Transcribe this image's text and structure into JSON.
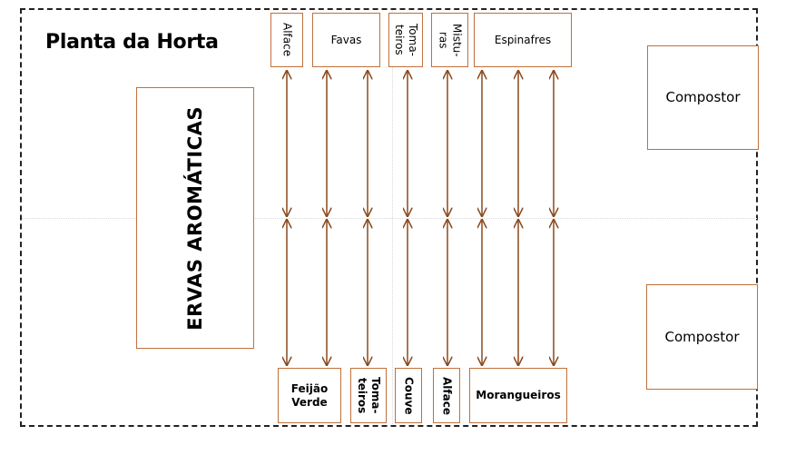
{
  "title": "Planta da Horta",
  "herbs_label": "ERVAS AROMÁTICAS",
  "compost_top": "Compostor",
  "compost_bottom": "Compostor",
  "top_beds": {
    "alface": "Alface",
    "favas": "Favas",
    "tomateiros": "Toma-\nteiros",
    "misturas": "Mistu-\nras",
    "espinafres": "Espinafres"
  },
  "bottom_beds": {
    "feijao_verde": "Feijão\nVerde",
    "tomateiros": "Toma-\nteiros",
    "couve": "Couve",
    "alface": "Alface",
    "morangueiros": "Morangueiros"
  },
  "colors": {
    "border": "#c0703a",
    "arrow": "#8a4a1f",
    "frame": "#222222"
  }
}
